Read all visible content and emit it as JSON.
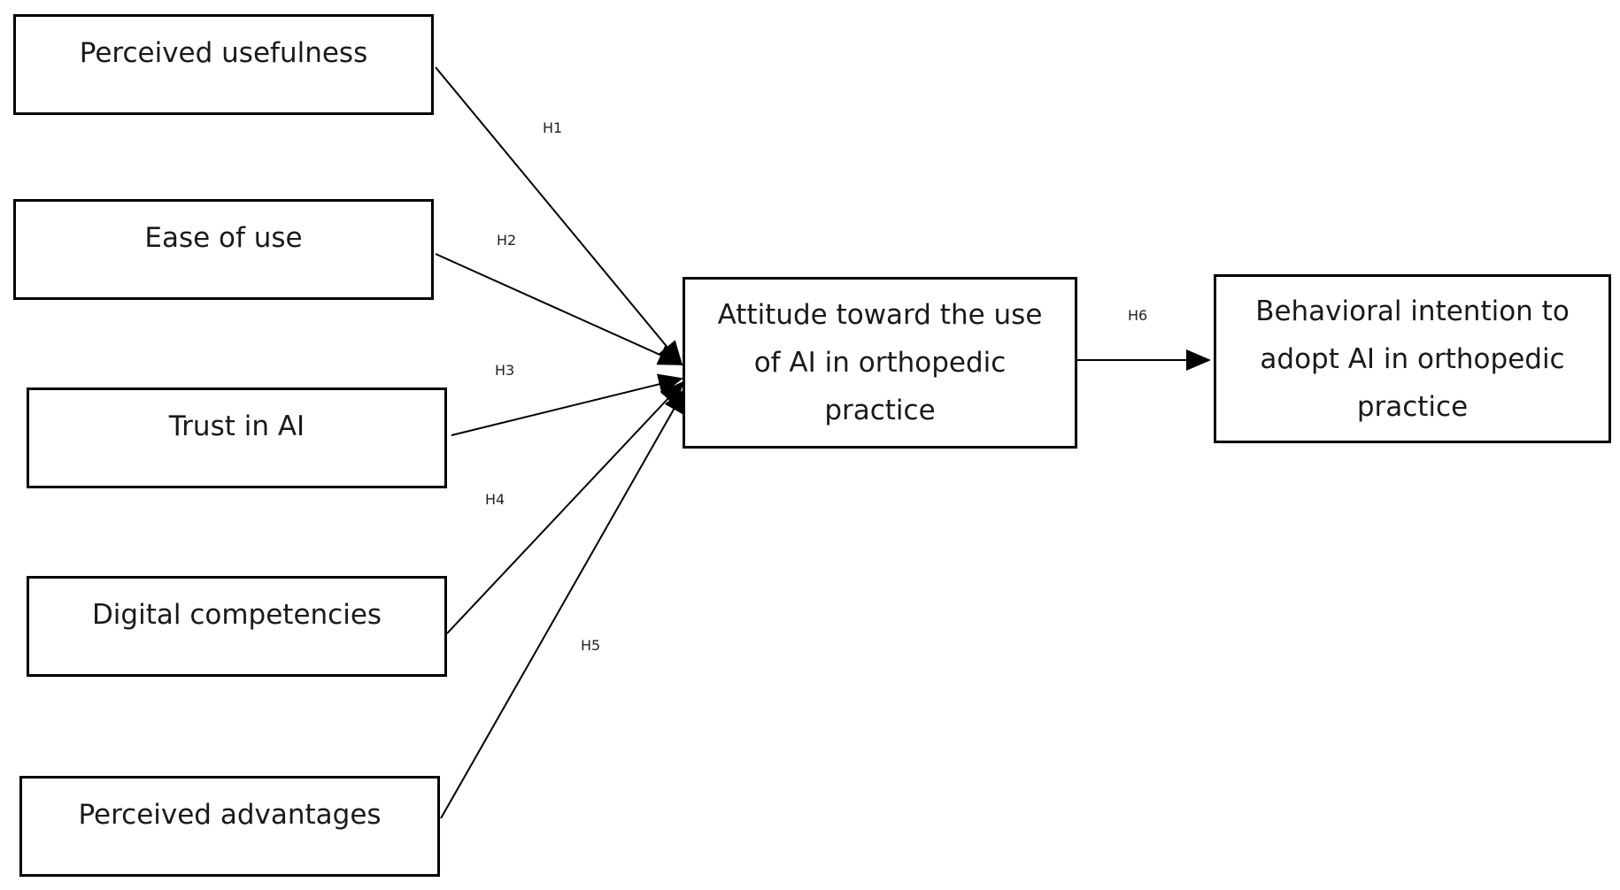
{
  "constructs": [
    {
      "id": "pu",
      "label": "Perceived usefulness"
    },
    {
      "id": "eou",
      "label": "Ease of use"
    },
    {
      "id": "trust",
      "label": "Trust in AI"
    },
    {
      "id": "dc",
      "label": "Digital competencies"
    },
    {
      "id": "pa",
      "label": "Perceived advantages"
    }
  ],
  "mediator": {
    "label": "Attitude toward the use of AI in orthopedic practice"
  },
  "outcome": {
    "label": "Behavioral intention to adopt AI in orthopedic practice"
  },
  "hypotheses": [
    "H1",
    "H2",
    "H3",
    "H4",
    "H5",
    "H6"
  ],
  "colors": {
    "line": "#000000",
    "box_border": "#000000",
    "background": "#ffffff"
  }
}
